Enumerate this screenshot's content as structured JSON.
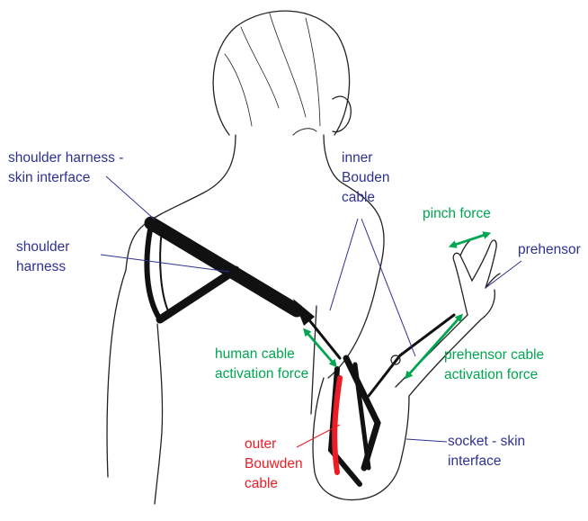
{
  "colors": {
    "label_blue": "#2e3192",
    "force_green": "#00a651",
    "cable_red": "#ed1c24",
    "harness_black": "#111111",
    "outline": "#222222"
  },
  "labels": {
    "shoulder_harness_skin": [
      "shoulder harness -",
      "skin interface"
    ],
    "shoulder_harness": [
      "shoulder",
      "harness"
    ],
    "inner_cable": [
      "inner",
      "Bouden",
      "cable"
    ],
    "pinch_force": [
      "pinch force"
    ],
    "prehensor": [
      "prehensor"
    ],
    "human_cable_force": [
      "human cable",
      "activation force"
    ],
    "prehensor_cable_force": [
      "prehensor cable",
      "activation force"
    ],
    "outer_cable": [
      "outer",
      "Bouwden",
      "cable"
    ],
    "socket_skin": [
      "socket - skin",
      "interface"
    ]
  }
}
